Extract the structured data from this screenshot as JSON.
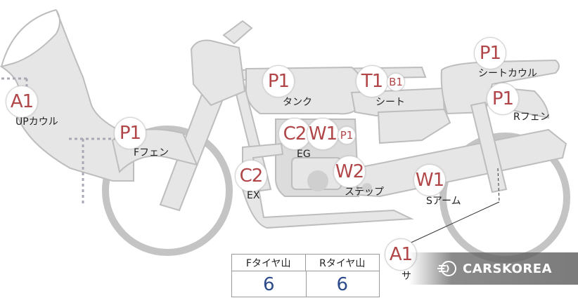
{
  "colors": {
    "tag_text": "#b04648",
    "tread_value": "#2d4a8a",
    "body_fill": "#e6e6e6",
    "body_stroke": "#bdbdbd"
  },
  "icons": {
    "watermark": "carskorea-logo-icon"
  },
  "parts": [
    {
      "id": "up-cowl",
      "code": "A1",
      "label": "UPカウル"
    },
    {
      "id": "f-fender",
      "code": "P1",
      "label": "Fフェン"
    },
    {
      "id": "tank",
      "code": "P1",
      "label": "タンク"
    },
    {
      "id": "seat",
      "code": "T1",
      "sub": "B1",
      "label": "シート"
    },
    {
      "id": "seat-cowl",
      "code": "P1",
      "label": "シートカウル"
    },
    {
      "id": "r-fender",
      "code": "P1",
      "label": "Rフェン"
    },
    {
      "id": "engine",
      "codes": [
        "C2",
        "W1"
      ],
      "sub": "P1",
      "label": "EG"
    },
    {
      "id": "exhaust",
      "code": "C2",
      "label": "EX"
    },
    {
      "id": "step",
      "code": "W2",
      "label": "ステップ"
    },
    {
      "id": "swingarm",
      "code": "W1",
      "label": "Sアーム"
    },
    {
      "id": "side",
      "code": "A1",
      "label": "サ"
    }
  ],
  "tread_table": {
    "front_header": "Fタイヤ山",
    "rear_header": "Rタイヤ山",
    "front_value": "6",
    "rear_value": "6"
  },
  "watermark": {
    "text": "CARSKOREA"
  }
}
